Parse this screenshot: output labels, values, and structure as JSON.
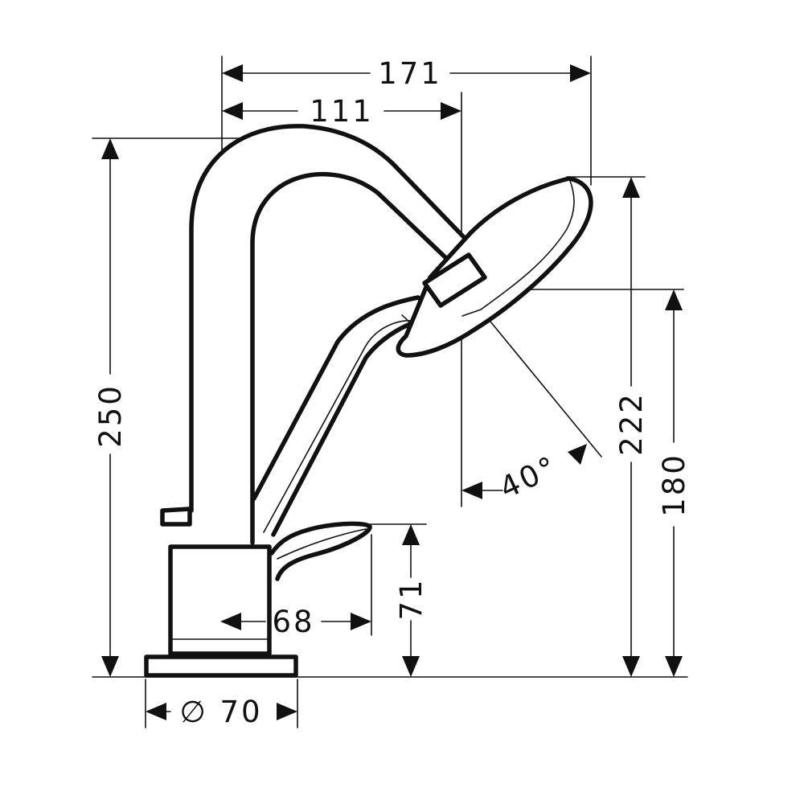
{
  "dimensions": {
    "top_width": "171",
    "spout_reach": "111",
    "overall_height": "250",
    "shower_height": "222",
    "shower_outlet_height": "180",
    "body_height": "71",
    "lever_length": "68",
    "base_diameter": "∅ 70",
    "shower_angle": "40°"
  }
}
